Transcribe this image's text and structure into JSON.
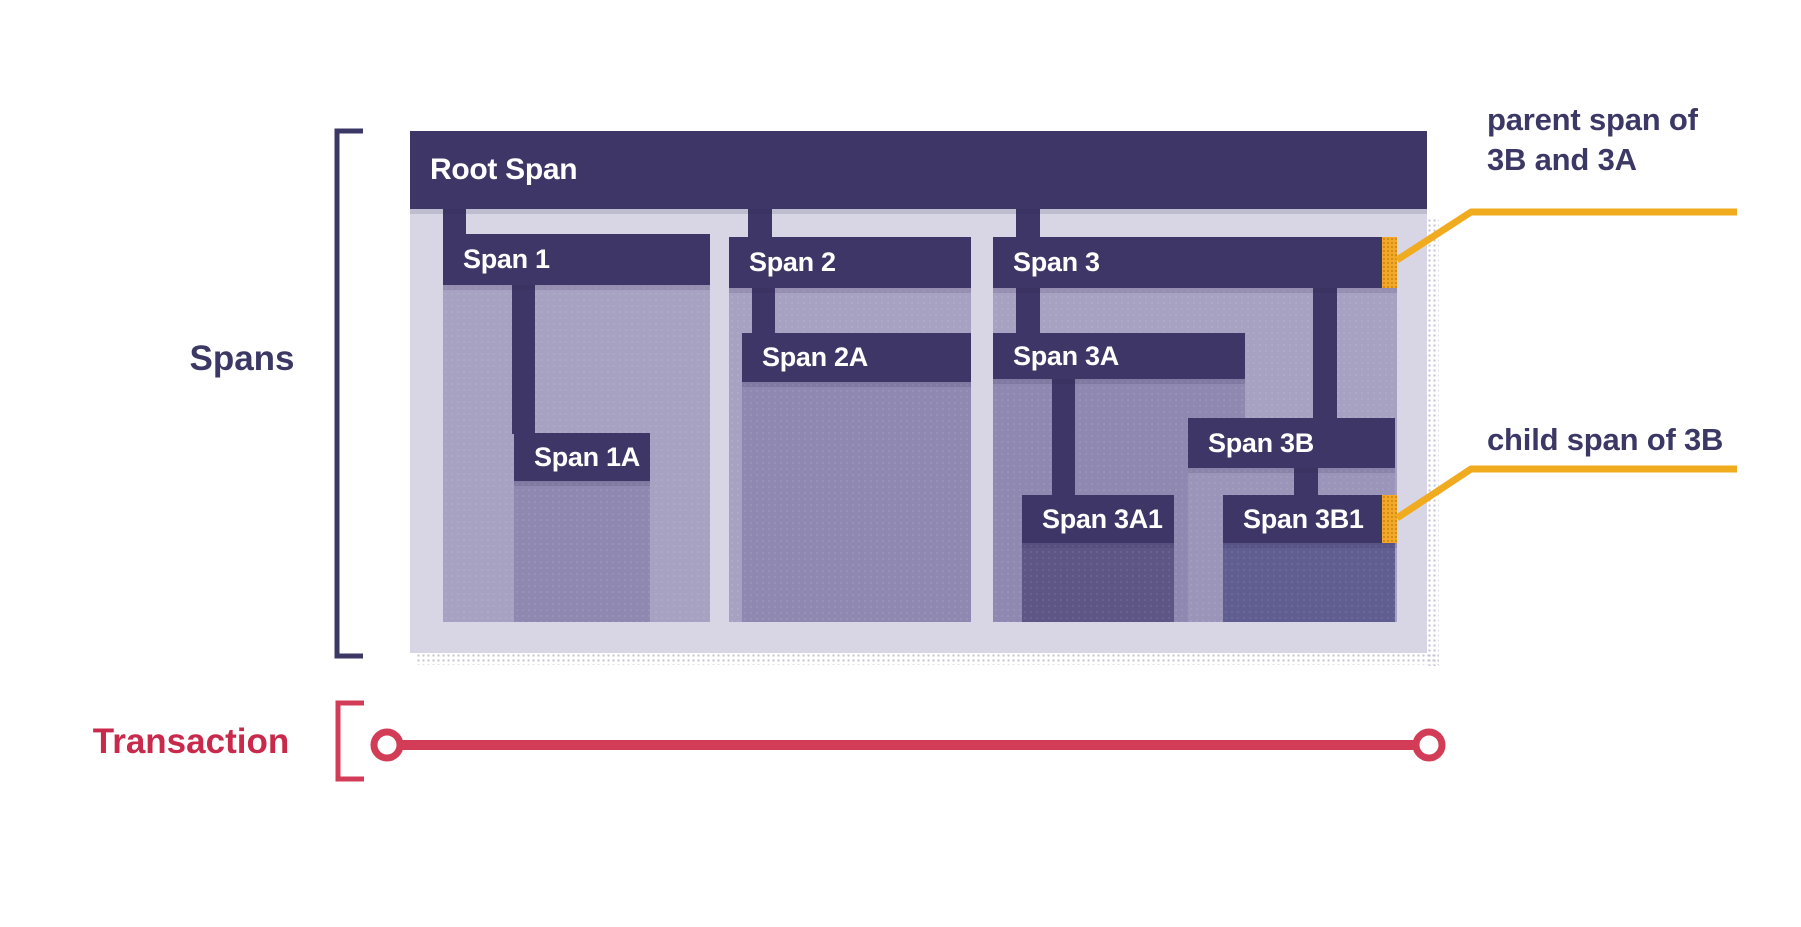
{
  "diagram": {
    "root_span": "Root Span",
    "spans": {
      "s1": "Span 1",
      "s1a": "Span 1A",
      "s2": "Span 2",
      "s2a": "Span 2A",
      "s3": "Span 3",
      "s3a": "Span 3A",
      "s3a1": "Span 3A1",
      "s3b": "Span 3B",
      "s3b1": "Span 3B1"
    }
  },
  "side_labels": {
    "spans": "Spans",
    "transaction": "Transaction"
  },
  "annotations": {
    "parent": {
      "line1": "parent span of",
      "line2": "3B and 3A"
    },
    "child": {
      "line1": "child span of 3B"
    }
  },
  "colors": {
    "navy_bar": "#3e3666",
    "text_navy": "#3b3866",
    "container": "#d8d6e5",
    "body_light": "#a8a2c2",
    "body_mid": "#8f89b1",
    "body_3b": "#9b95ba",
    "body_3a1": "#5e5685",
    "body_3b1": "#605d90",
    "orange": "#f4a827",
    "orange_dot": "#cf8c15",
    "yellow": "#f0ab1f",
    "red_text": "#c9294a",
    "red_line": "#d23c57"
  }
}
